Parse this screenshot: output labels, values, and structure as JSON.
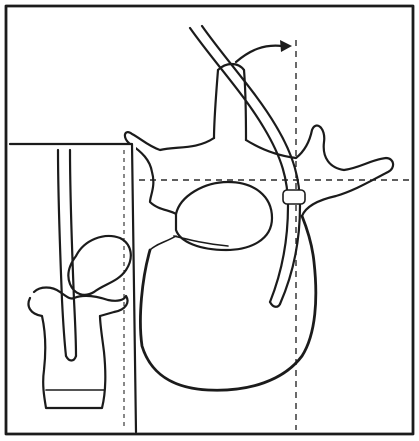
{
  "figure": {
    "colors": {
      "ink": "#1b1b1b",
      "paper": "#ffffff",
      "dashes": "#2a2a2a"
    },
    "elements": {
      "frame": "outer-border",
      "main_view": "vertebra-axial-outline",
      "inset_view": "vertebra-lateral-inset",
      "instrument": "curved-catheter",
      "marker": "rotation-arrow-icon"
    }
  }
}
